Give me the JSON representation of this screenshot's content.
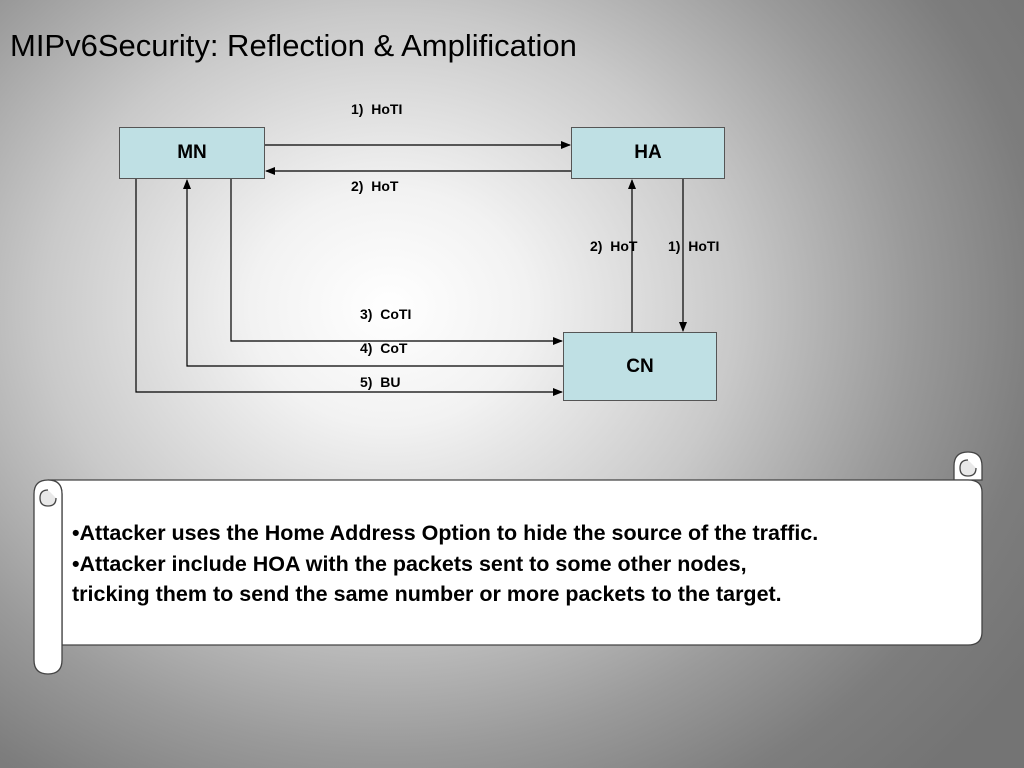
{
  "slide": {
    "title": "MIPv6Security:  Reflection & Amplification"
  },
  "diagram": {
    "nodes": {
      "mn": "MN",
      "ha": "HA",
      "cn": "CN"
    },
    "messages": {
      "mn_to_ha": "1)  HoTI",
      "ha_to_mn": "2)  HoT",
      "cn_to_ha": "2)  HoT",
      "ha_to_cn": "1)  HoTI",
      "mn_to_cn_coti": "3)  CoTI",
      "cn_to_mn_cot": "4)  CoT",
      "mn_to_cn_bu": "5)  BU"
    },
    "colors": {
      "node_fill": "#bfe0e4",
      "node_border": "#555555",
      "arrow": "#000000"
    }
  },
  "notes": {
    "lines": [
      "•Attacker uses the Home Address Option to hide the source of the traffic.",
      "•Attacker include HOA with the packets sent to some other nodes,",
      "tricking them to send the same number or more packets to the target."
    ]
  }
}
